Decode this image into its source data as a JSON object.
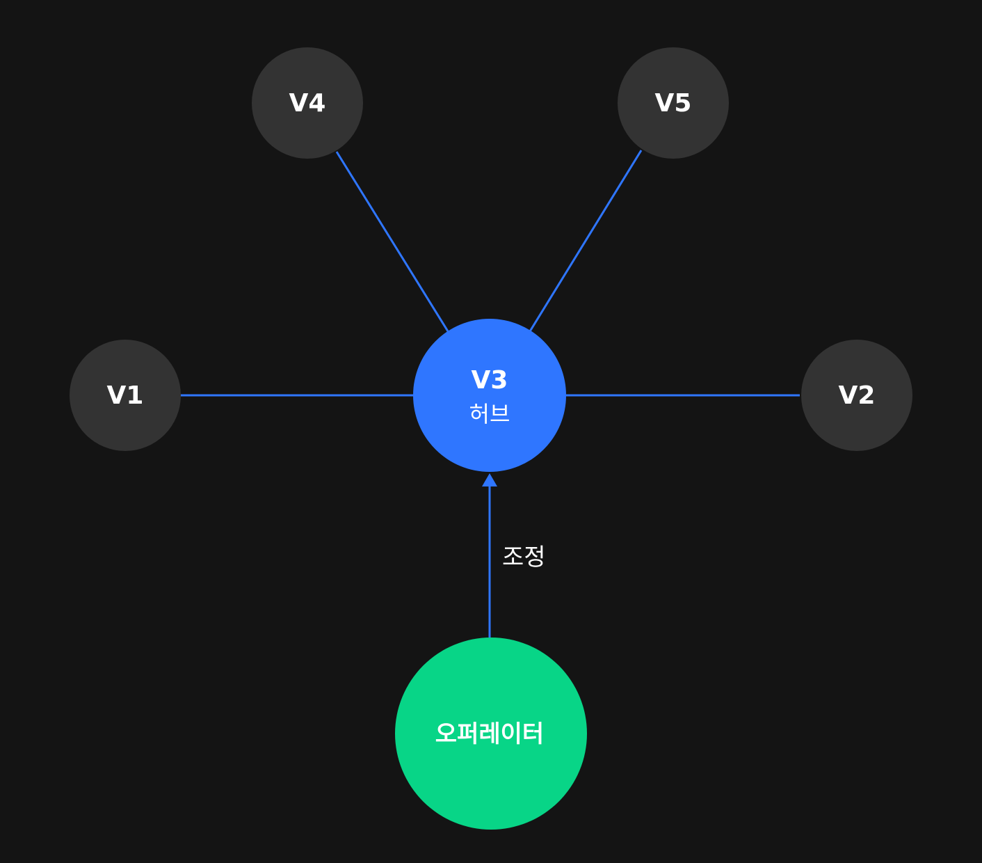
{
  "colors": {
    "background": "#141414",
    "node": "#333333",
    "hub": "#2F76FF",
    "operator": "#08D587",
    "edge": "#2F76FF",
    "text": "#ffffff"
  },
  "nodes": {
    "v1": {
      "label": "V1"
    },
    "v2": {
      "label": "V2"
    },
    "v3": {
      "label": "V3",
      "sublabel": "허브"
    },
    "v4": {
      "label": "V4"
    },
    "v5": {
      "label": "V5"
    },
    "operator": {
      "label": "오퍼레이터"
    }
  },
  "edges": [
    {
      "from": "v3",
      "to": "v1"
    },
    {
      "from": "v3",
      "to": "v2"
    },
    {
      "from": "v3",
      "to": "v4"
    },
    {
      "from": "v3",
      "to": "v5"
    },
    {
      "from": "operator",
      "to": "v3",
      "directed": true,
      "label": "조정"
    }
  ]
}
